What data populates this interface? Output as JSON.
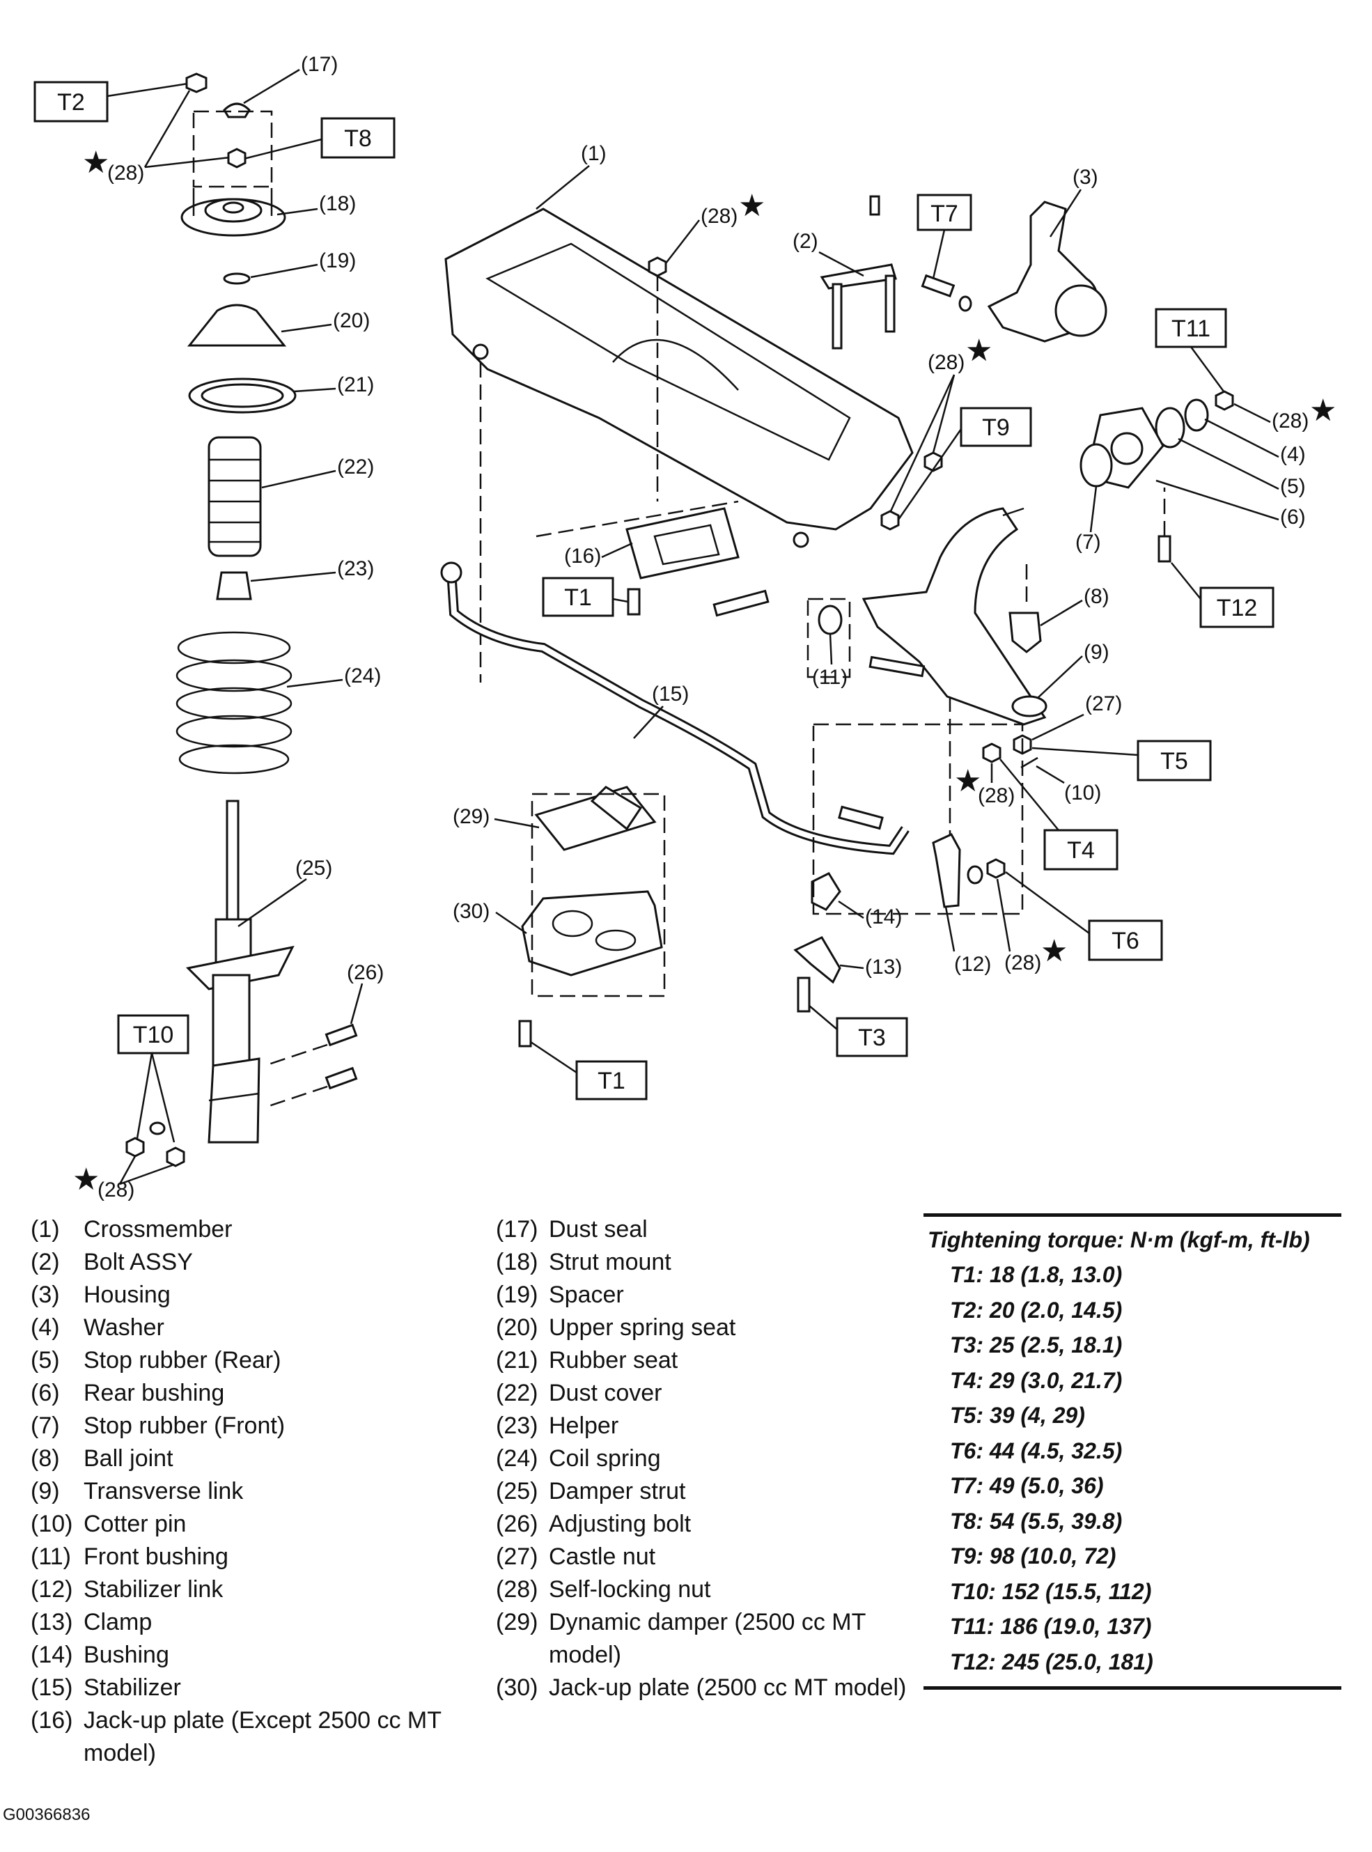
{
  "callouts": {
    "c1": "(1)",
    "c2": "(2)",
    "c3": "(3)",
    "c4": "(4)",
    "c5": "(5)",
    "c6": "(6)",
    "c7": "(7)",
    "c8": "(8)",
    "c9": "(9)",
    "c10": "(10)",
    "c11": "(11)",
    "c12": "(12)",
    "c13": "(13)",
    "c14": "(14)",
    "c15": "(15)",
    "c16": "(16)",
    "c17": "(17)",
    "c18": "(18)",
    "c19": "(19)",
    "c20": "(20)",
    "c21": "(21)",
    "c22": "(22)",
    "c23": "(23)",
    "c24": "(24)",
    "c25": "(25)",
    "c26": "(26)",
    "c27": "(27)",
    "c29": "(29)",
    "c30": "(30)",
    "c28": "(28)"
  },
  "torque_boxes": {
    "t1": "T1",
    "t2": "T2",
    "t3": "T3",
    "t4": "T4",
    "t5": "T5",
    "t6": "T6",
    "t7": "T7",
    "t8": "T8",
    "t9": "T9",
    "t10": "T10",
    "t11": "T11",
    "t12": "T12"
  },
  "star_symbol": "★",
  "legend": [
    {
      "num": "(1)",
      "label": "Crossmember"
    },
    {
      "num": "(2)",
      "label": "Bolt ASSY"
    },
    {
      "num": "(3)",
      "label": "Housing"
    },
    {
      "num": "(4)",
      "label": "Washer"
    },
    {
      "num": "(5)",
      "label": "Stop rubber (Rear)"
    },
    {
      "num": "(6)",
      "label": "Rear bushing"
    },
    {
      "num": "(7)",
      "label": "Stop rubber (Front)"
    },
    {
      "num": "(8)",
      "label": "Ball joint"
    },
    {
      "num": "(9)",
      "label": "Transverse link"
    },
    {
      "num": "(10)",
      "label": "Cotter pin"
    },
    {
      "num": "(11)",
      "label": "Front bushing"
    },
    {
      "num": "(12)",
      "label": "Stabilizer link"
    },
    {
      "num": "(13)",
      "label": "Clamp"
    },
    {
      "num": "(14)",
      "label": "Bushing"
    },
    {
      "num": "(15)",
      "label": "Stabilizer"
    },
    {
      "num": "(16)",
      "label": "Jack-up plate (Except 2500 cc MT model)"
    },
    {
      "num": "(17)",
      "label": "Dust seal"
    },
    {
      "num": "(18)",
      "label": "Strut mount"
    },
    {
      "num": "(19)",
      "label": "Spacer"
    },
    {
      "num": "(20)",
      "label": "Upper spring seat"
    },
    {
      "num": "(21)",
      "label": "Rubber seat"
    },
    {
      "num": "(22)",
      "label": "Dust cover"
    },
    {
      "num": "(23)",
      "label": "Helper"
    },
    {
      "num": "(24)",
      "label": "Coil spring"
    },
    {
      "num": "(25)",
      "label": "Damper strut"
    },
    {
      "num": "(26)",
      "label": "Adjusting bolt"
    },
    {
      "num": "(27)",
      "label": "Castle nut"
    },
    {
      "num": "(28)",
      "label": "Self-locking nut"
    },
    {
      "num": "(29)",
      "label": "Dynamic damper (2500 cc MT model)"
    },
    {
      "num": "(30)",
      "label": "Jack-up plate (2500 cc MT model)"
    }
  ],
  "torque_table": {
    "title": "Tightening torque: N·m (kgf-m, ft-lb)",
    "rows": [
      "T1: 18 (1.8, 13.0)",
      "T2: 20 (2.0, 14.5)",
      "T3: 25 (2.5, 18.1)",
      "T4: 29 (3.0, 21.7)",
      "T5: 39 (4, 29)",
      "T6: 44 (4.5, 32.5)",
      "T7: 49 (5.0, 36)",
      "T8: 54 (5.5, 39.8)",
      "T9: 98 (10.0, 72)",
      "T10: 152 (15.5, 112)",
      "T11: 186 (19.0, 137)",
      "T12: 245 (25.0, 181)"
    ]
  },
  "figure_code": "G00366836"
}
